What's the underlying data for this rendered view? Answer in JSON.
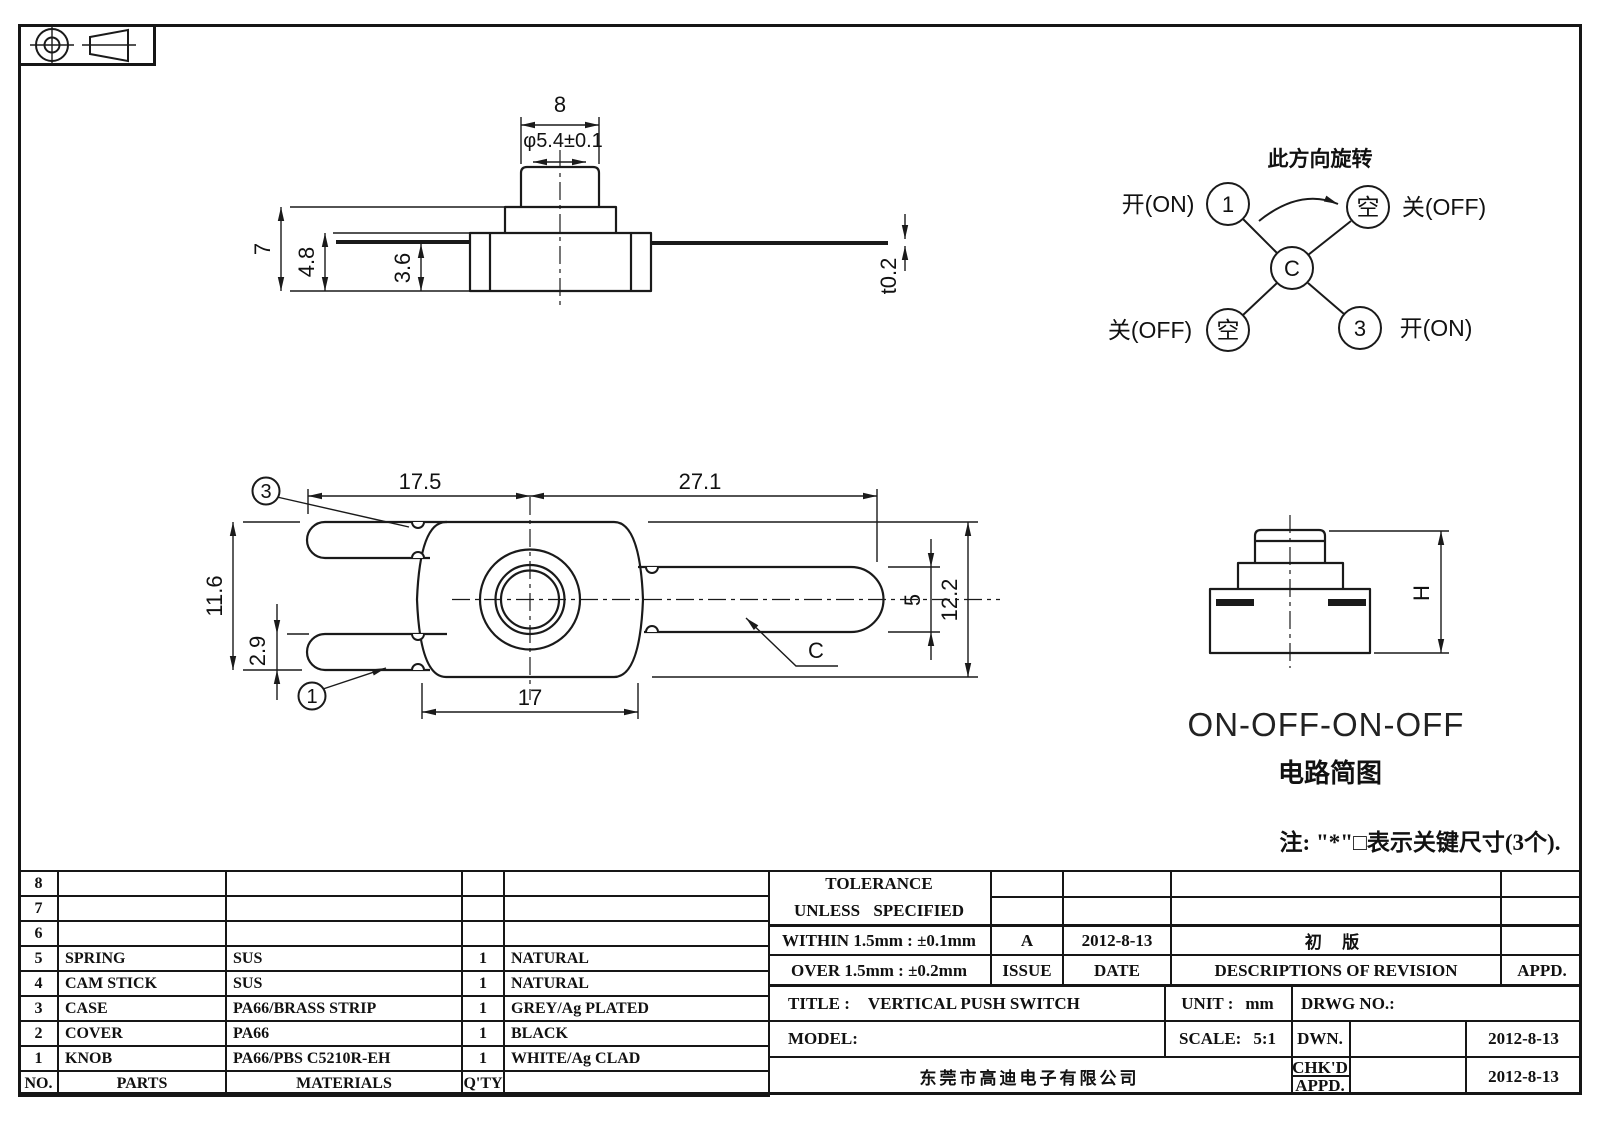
{
  "colors": {
    "line": "#1a1a1a",
    "company_text": "#d2241b"
  },
  "side_view": {
    "dim_width": "8",
    "dim_knob_dia": "φ5.4±0.1",
    "dim_total_h": "7",
    "dim_body_h": "4.8",
    "dim_lead_h": "3.6",
    "dim_lead_thk": "t0.2"
  },
  "rotation_diagram": {
    "title": "此方向旋转",
    "node_1": "1",
    "node_empty_top": "空",
    "node_common": "C",
    "node_empty_bottom": "空",
    "node_3": "3",
    "label_on_left": "开(ON)",
    "label_off_right": "关(OFF)",
    "label_off_left": "关(OFF)",
    "label_on_right": "开(ON)"
  },
  "top_view": {
    "dim_left_len": "17.5",
    "dim_right_len": "27.1",
    "dim_lead_span": "11.6",
    "dim_lead_w": "2.9",
    "dim_body_w": "17",
    "dim_c_lead_w": "5",
    "dim_body_h": "12.2",
    "balloon_3": "3",
    "balloon_1": "1",
    "label_common": "C"
  },
  "front_view": {
    "dim_height": "H",
    "switch_type": "ON-OFF-ON-OFF",
    "caption": "电路简图"
  },
  "note_text": "注: \"*\"□表示关键尺寸(3个).",
  "parts_table": {
    "col_no": "NO.",
    "col_parts": "PARTS",
    "col_materials": "MATERIALS",
    "col_qty": "Q'TY",
    "rows": [
      {
        "no": "8",
        "parts": "",
        "materials": "",
        "qty": "",
        "finish": ""
      },
      {
        "no": "7",
        "parts": "",
        "materials": "",
        "qty": "",
        "finish": ""
      },
      {
        "no": "6",
        "parts": "",
        "materials": "",
        "qty": "",
        "finish": ""
      },
      {
        "no": "5",
        "parts": "SPRING",
        "materials": "SUS",
        "qty": "1",
        "finish": "NATURAL"
      },
      {
        "no": "4",
        "parts": "CAM STICK",
        "materials": "SUS",
        "qty": "1",
        "finish": "NATURAL"
      },
      {
        "no": "3",
        "parts": "CASE",
        "materials": "PA66/BRASS STRIP",
        "qty": "1",
        "finish": "GREY/Ag PLATED"
      },
      {
        "no": "2",
        "parts": "COVER",
        "materials": "PA66",
        "qty": "1",
        "finish": "BLACK"
      },
      {
        "no": "1",
        "parts": "KNOB",
        "materials": "PA66/PBS C5210R-EH",
        "qty": "1",
        "finish": "WHITE/Ag CLAD"
      }
    ]
  },
  "title_block": {
    "tolerance_line1": "TOLERANCE",
    "tolerance_line2": "UNLESS SPECIFIED",
    "within": "WITHIN 1.5mm : ±0.1mm",
    "over": "OVER 1.5mm : ±0.2mm",
    "issue_value": "A",
    "issue_label": "ISSUE",
    "date_value": "2012-8-13",
    "date_label": "DATE",
    "revision_value": "初 版",
    "revision_label": "DESCRIPTIONS OF REVISION",
    "appd_label": "APPD.",
    "title_label": "TITLE :",
    "title_value": "VERTICAL PUSH SWITCH",
    "unit_label": "UNIT :",
    "unit_value": "mm",
    "drwg_label": "DRWG NO.:",
    "model_label": "MODEL:",
    "scale_label": "SCALE:",
    "scale_value": "5:1",
    "dwn_label": "DWN.",
    "dwn_date": "2012-8-13",
    "chkd_label": "CHK'D",
    "appd2_label": "APPD.",
    "chk_appd_date": "2012-8-13",
    "company": "东莞市高迪电子有限公司"
  }
}
